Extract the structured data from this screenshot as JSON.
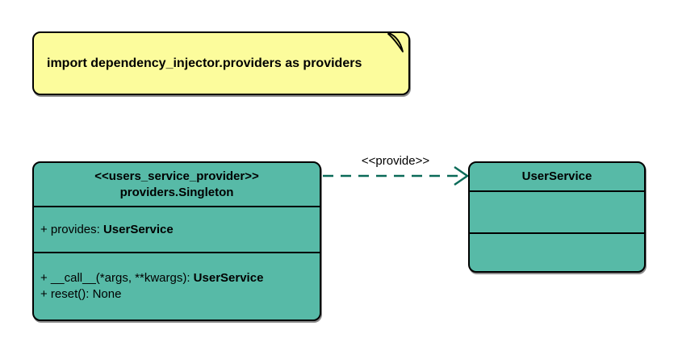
{
  "colors": {
    "background": "#ffffff",
    "note_fill": "#FCFC9C",
    "note_fold_fill": "#E3E377",
    "class_fill": "#57BAA7",
    "border": "#000000",
    "arrow_stroke": "#0A6A58",
    "text": "#000000"
  },
  "note": {
    "text": "import dependency_injector.providers as providers"
  },
  "provider_class": {
    "stereotype": "<<users_service_provider>>",
    "name": "providers.Singleton",
    "attributes": [
      {
        "text": "+ provides: ",
        "type": "UserService"
      }
    ],
    "methods": [
      {
        "text": "+ __call__(*args, **kwargs): ",
        "type": "UserService"
      },
      {
        "text": "+ reset(): None",
        "type": ""
      }
    ]
  },
  "user_service_class": {
    "name": "UserService"
  },
  "relation": {
    "label": "<<provide>>"
  }
}
